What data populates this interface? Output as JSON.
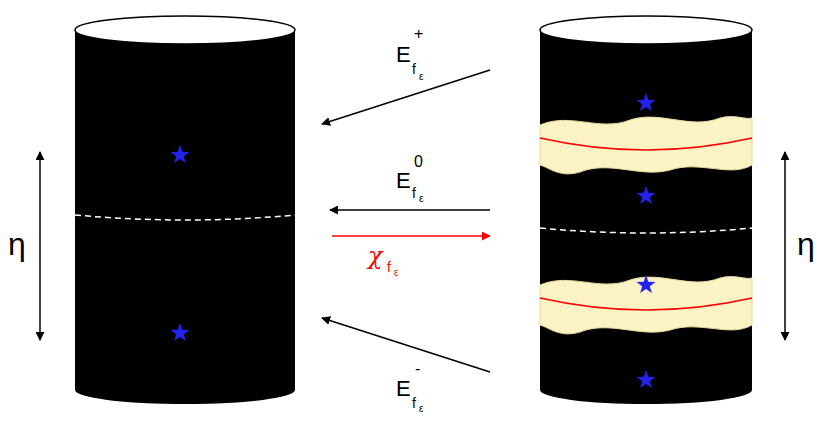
{
  "diagram": {
    "labels": [
      "η",
      "E",
      "+",
      "f",
      "ε",
      "E",
      "0",
      "f",
      "ε",
      "χ",
      "f",
      "ε",
      "E",
      "-",
      "f",
      "ε",
      "η"
    ]
  }
}
